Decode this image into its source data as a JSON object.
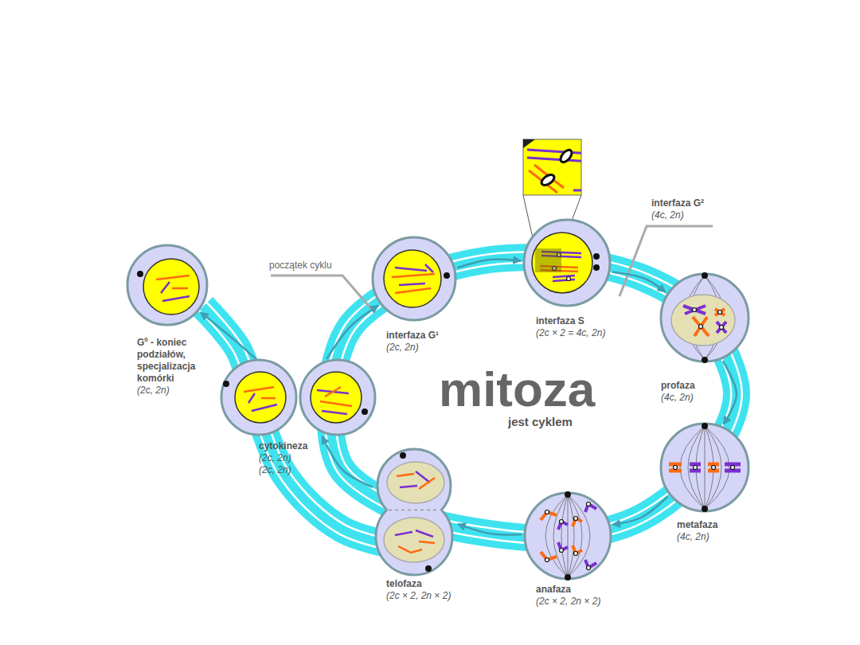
{
  "diagram": {
    "title": "mitoza",
    "nodes": [
      {
        "text": [
          "Gº - koniec podziałów, specjalizacja komórki",
          "(2c, 2n)"
        ]
      },
      {
        "text": [
          "interfaza G¹",
          "(2c, 2n)"
        ]
      },
      {
        "text": [
          "interfaza S",
          "(2c × 2 = 4c, 2n)"
        ]
      },
      {
        "text": [
          "profaza",
          "(4c, 2n)"
        ]
      },
      {
        "text": [
          "metafaza",
          "(4c, 2n)"
        ]
      },
      {
        "text": [
          "anafaza",
          "(2c × 2, 2n × 2)"
        ]
      },
      {
        "text": [
          "telofaza",
          "(2c × 2, 2n × 2)"
        ]
      },
      {
        "text": [
          "cytokineza",
          "(2c, 2n)",
          "(2c, 2n)"
        ]
      }
    ],
    "edges": [
      {
        "from": 1,
        "to": 2,
        "arrow": "to"
      },
      {
        "from": 2,
        "to": 3,
        "arrow": "to"
      },
      {
        "from": 3,
        "to": 4,
        "arrow": "to"
      },
      {
        "from": 4,
        "to": 5,
        "arrow": "to"
      },
      {
        "from": 5,
        "to": 6,
        "arrow": "to"
      },
      {
        "from": 6,
        "to": 7,
        "arrow": "to"
      },
      {
        "from": 7,
        "to": 1,
        "arrow": "to"
      },
      {
        "from": 7,
        "to": 0,
        "arrow": "to"
      }
    ],
    "labels": [
      "początek cyklu",
      "interfaza G²",
      "(4c, 2n)",
      "jest cyklem"
    ]
  }
}
